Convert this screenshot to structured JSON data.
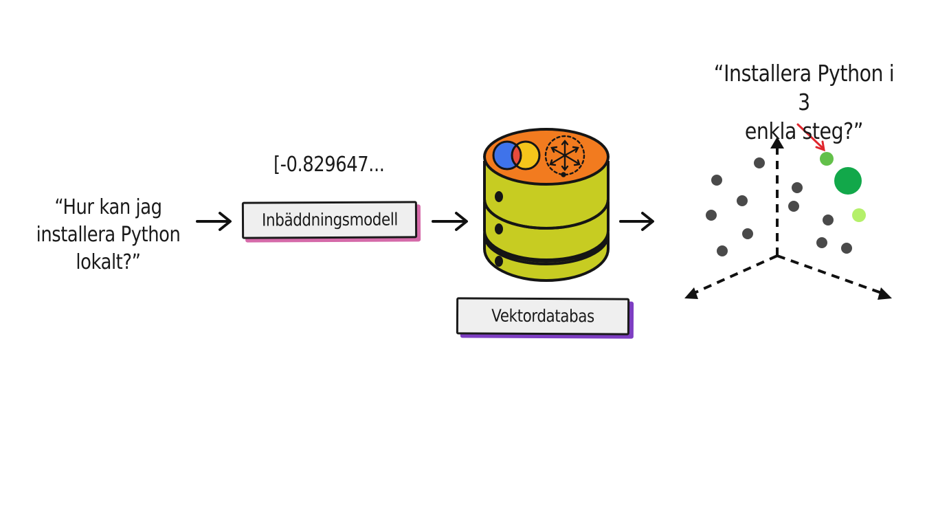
{
  "query": {
    "lines": [
      "“Hur kan jag",
      "installera Python",
      "lokalt?”"
    ]
  },
  "embedding": {
    "vector_text": "[-0.829647..."
  },
  "model_box": {
    "label": "Inbäddningsmodell",
    "shadow_color": "#d56aa9"
  },
  "database": {
    "label": "Vektordatabas",
    "shadow_color": "#7d3ec2",
    "top_color": "#f27b1f",
    "body_color": "#c7cc22",
    "icons": [
      "venn-circles-icon",
      "scatter-arrows-icon"
    ]
  },
  "result": {
    "lines": [
      "“Installera Python i 3",
      "enkla steg?”"
    ],
    "pointer_color": "#e0262d"
  },
  "vector_space": {
    "point_color": "#4a4a4a",
    "match_colors": [
      "#63c04a",
      "#12a84a",
      "#b4f06a"
    ]
  }
}
